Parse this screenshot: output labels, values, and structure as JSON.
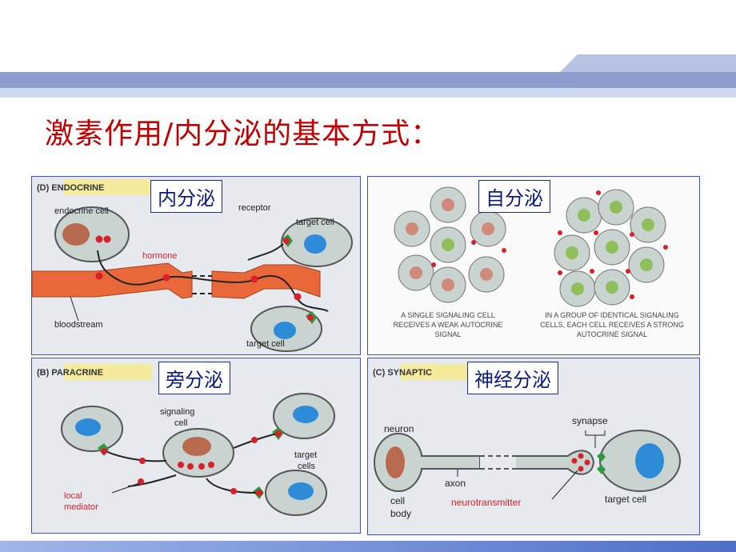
{
  "title": "激素作用/内分泌的基本方式：",
  "panels": {
    "endocrine": {
      "tag": "内分泌",
      "header": "(D)  ENDOCRINE",
      "labels": {
        "endocrine_cell": "endocrine cell",
        "receptor": "receptor",
        "target_cell_top": "target cell",
        "hormone": "hormone",
        "bloodstream": "bloodstream",
        "target_cell_bottom": "target cell"
      }
    },
    "autocrine": {
      "tag": "自分泌",
      "caption_left": [
        "A SINGLE SIGNALING CELL",
        "RECEIVES A WEAK AUTOCRINE",
        "SIGNAL"
      ],
      "caption_right": [
        "IN A GROUP OF IDENTICAL SIGNALING",
        "CELLS, EACH CELL RECEIVES A STRONG",
        "AUTOCRINE SIGNAL"
      ]
    },
    "paracrine": {
      "tag": "旁分泌",
      "header": "(B)  PARACRINE",
      "labels": {
        "signaling_cell": [
          "signaling",
          "cell"
        ],
        "target_cells": [
          "target",
          "cells"
        ],
        "local_mediator": [
          "local",
          "mediator"
        ]
      }
    },
    "synaptic": {
      "tag": "神经分泌",
      "header": "(C)  SYNAPTIC",
      "labels": {
        "neuron": "neuron",
        "synapse": "synapse",
        "axon": "axon",
        "cell_body": [
          "cell",
          "body"
        ],
        "neurotransmitter": "neurotransmitter",
        "target_cell": "target cell"
      }
    }
  },
  "colors": {
    "title": "#c00000",
    "panel_border": "#3a4fd6",
    "tag_text": "#0a1a80",
    "band_light": "#c8d2ea",
    "band_dark": "#7f8fc4",
    "cell_fill": "#c9d3d0",
    "nucleus_brown": "#b86a4e",
    "nucleus_blue": "#2e8bd8",
    "receptor_green": "#2e9a3e",
    "signal_red": "#d8202a",
    "vessel": "#e9683a"
  }
}
